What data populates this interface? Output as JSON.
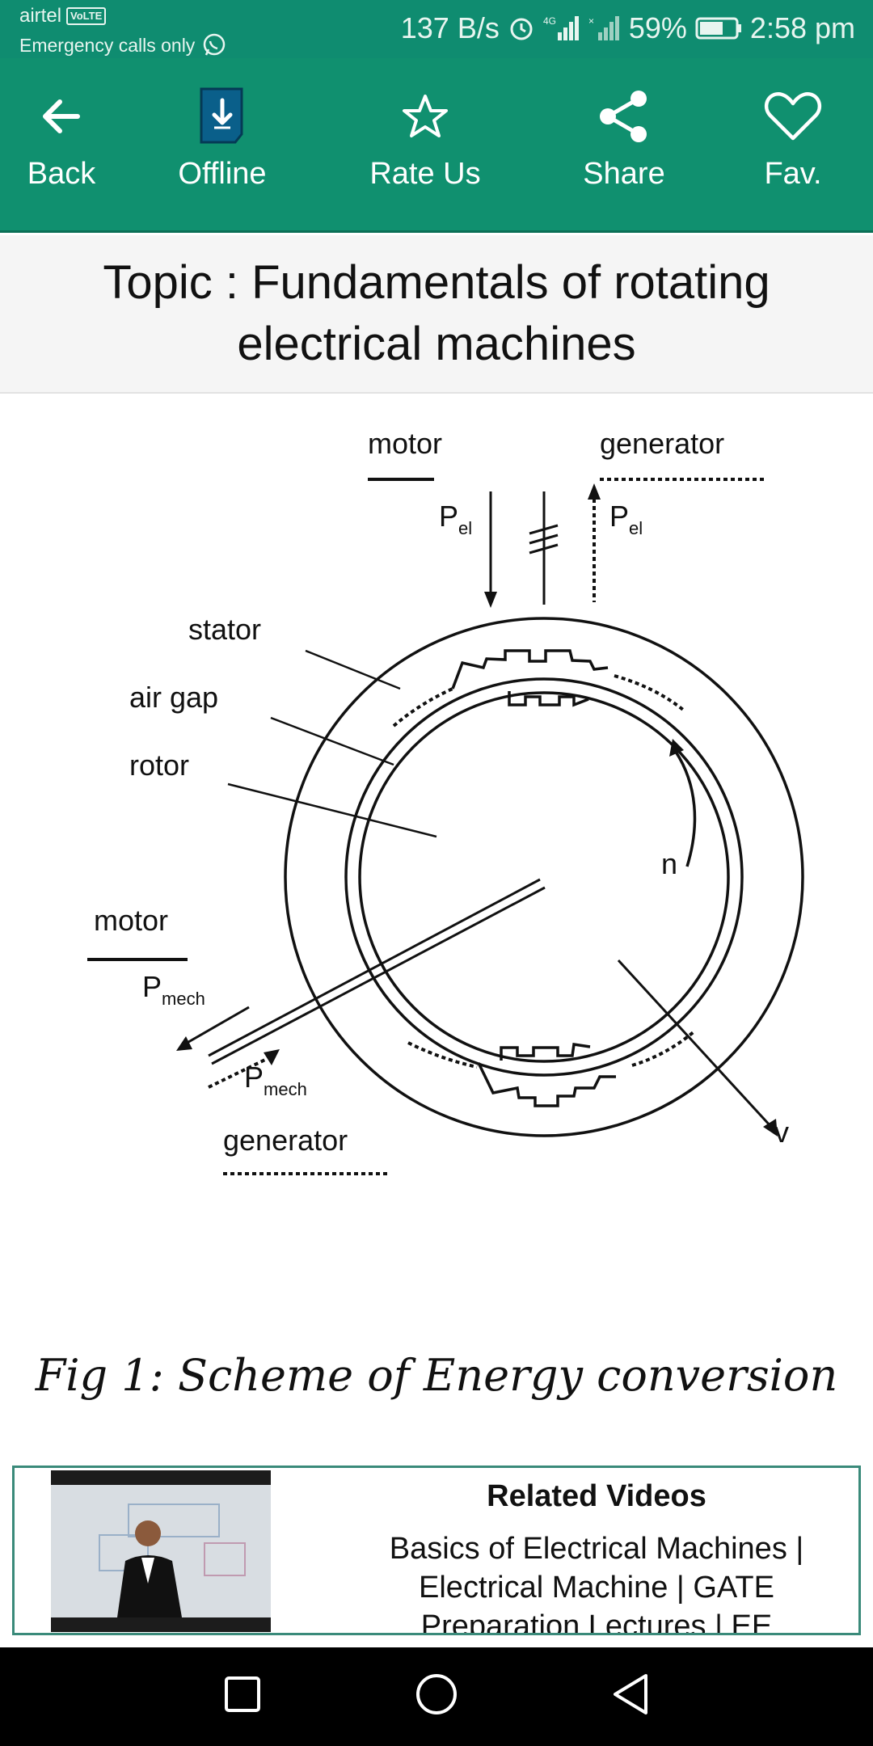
{
  "status_bar": {
    "carrier": "airtel",
    "volte": "VoLTE",
    "emergency": "Emergency calls only",
    "speed": "137 B/s",
    "battery": "59%",
    "time": "2:58 pm",
    "icons": [
      "whatsapp-icon",
      "alarm-icon",
      "signal-4g-icon",
      "signal-icon",
      "battery-icon"
    ]
  },
  "toolbar": {
    "items": [
      {
        "label": "Back",
        "icon": "arrow-left-icon"
      },
      {
        "label": "Offline",
        "icon": "download-icon"
      },
      {
        "label": "Rate Us",
        "icon": "star-icon"
      },
      {
        "label": "Share",
        "icon": "share-icon"
      },
      {
        "label": "Fav.",
        "icon": "heart-icon"
      }
    ]
  },
  "topic": {
    "title": "Topic : Fundamentals of rotating electrical machines"
  },
  "figure": {
    "labels": {
      "motor_top": "motor",
      "generator_top": "generator",
      "p_el": "P",
      "p_el_sub": "el",
      "stator": "stator",
      "air_gap": "air gap",
      "rotor": "rotor",
      "n": "n",
      "motor_left": "motor",
      "p_mech": "P",
      "p_mech_sub": "mech",
      "generator_bottom": "generator",
      "v": "v"
    },
    "caption": "Fig 1: Scheme of Energy conversion"
  },
  "related": {
    "title": "Related Videos",
    "description": "Basics of Electrical Machines | Electrical Machine | GATE Preparation Lectures | EE"
  },
  "colors": {
    "primary": "#10906f",
    "status_bar": "#0f8c70",
    "nav_bar": "#000000"
  }
}
